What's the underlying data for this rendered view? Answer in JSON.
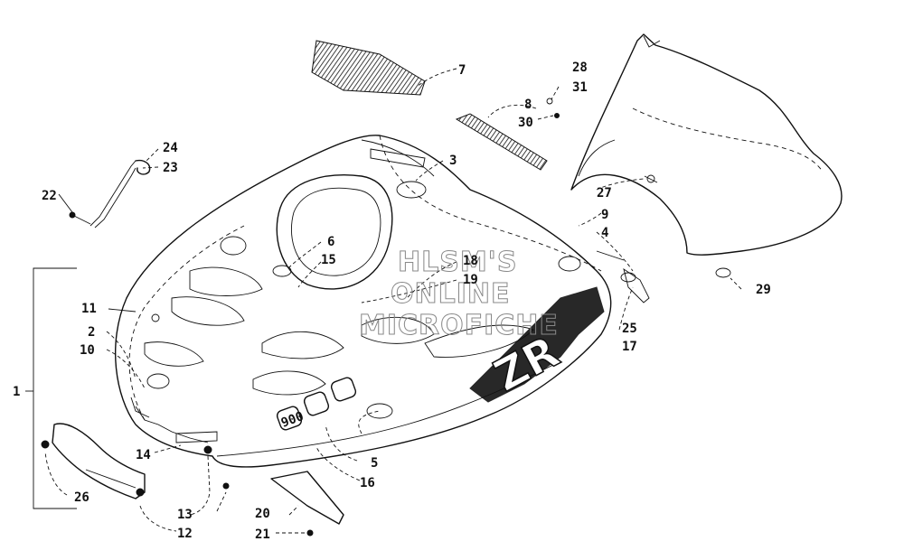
{
  "watermark": [
    "HLSM'S",
    "ONLINE",
    "MICROFICHE"
  ],
  "decal_text": {
    "model": "ZR",
    "engine": "900"
  },
  "callouts": {
    "c1": "1",
    "c2": "2",
    "c3": "3",
    "c4": "4",
    "c5": "5",
    "c6": "6",
    "c7": "7",
    "c8": "8",
    "c9": "9",
    "c10": "10",
    "c11": "11",
    "c12": "12",
    "c13": "13",
    "c14": "14",
    "c15": "15",
    "c16": "16",
    "c17": "17",
    "c18": "18",
    "c19": "19",
    "c20": "20",
    "c21": "21",
    "c22": "22",
    "c23": "23",
    "c24": "24",
    "c25": "25",
    "c26": "26",
    "c27": "27",
    "c28": "28",
    "c29": "29",
    "c30": "30",
    "c31": "31"
  }
}
